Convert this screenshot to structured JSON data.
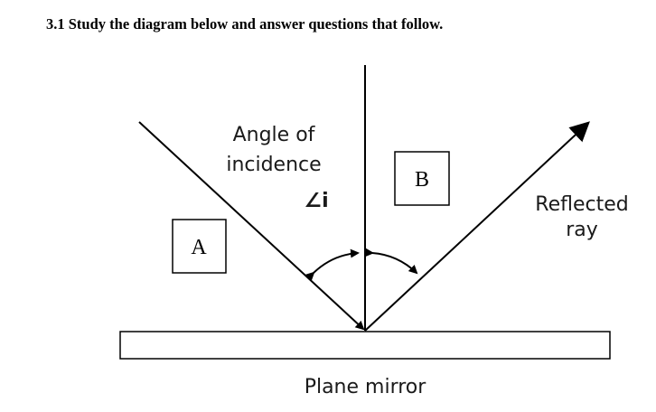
{
  "question": {
    "text": "3.1 Study the diagram below and answer questions that follow."
  },
  "diagram": {
    "label_angle_line1": "Angle of",
    "label_angle_line2": "incidence",
    "angle_symbol": "∠i",
    "box_a": "A",
    "box_b": "B",
    "reflected_line1": "Reflected",
    "reflected_line2": "ray",
    "mirror_label": "Plane mirror",
    "colors": {
      "ink": "#000000",
      "background": "#ffffff"
    }
  }
}
